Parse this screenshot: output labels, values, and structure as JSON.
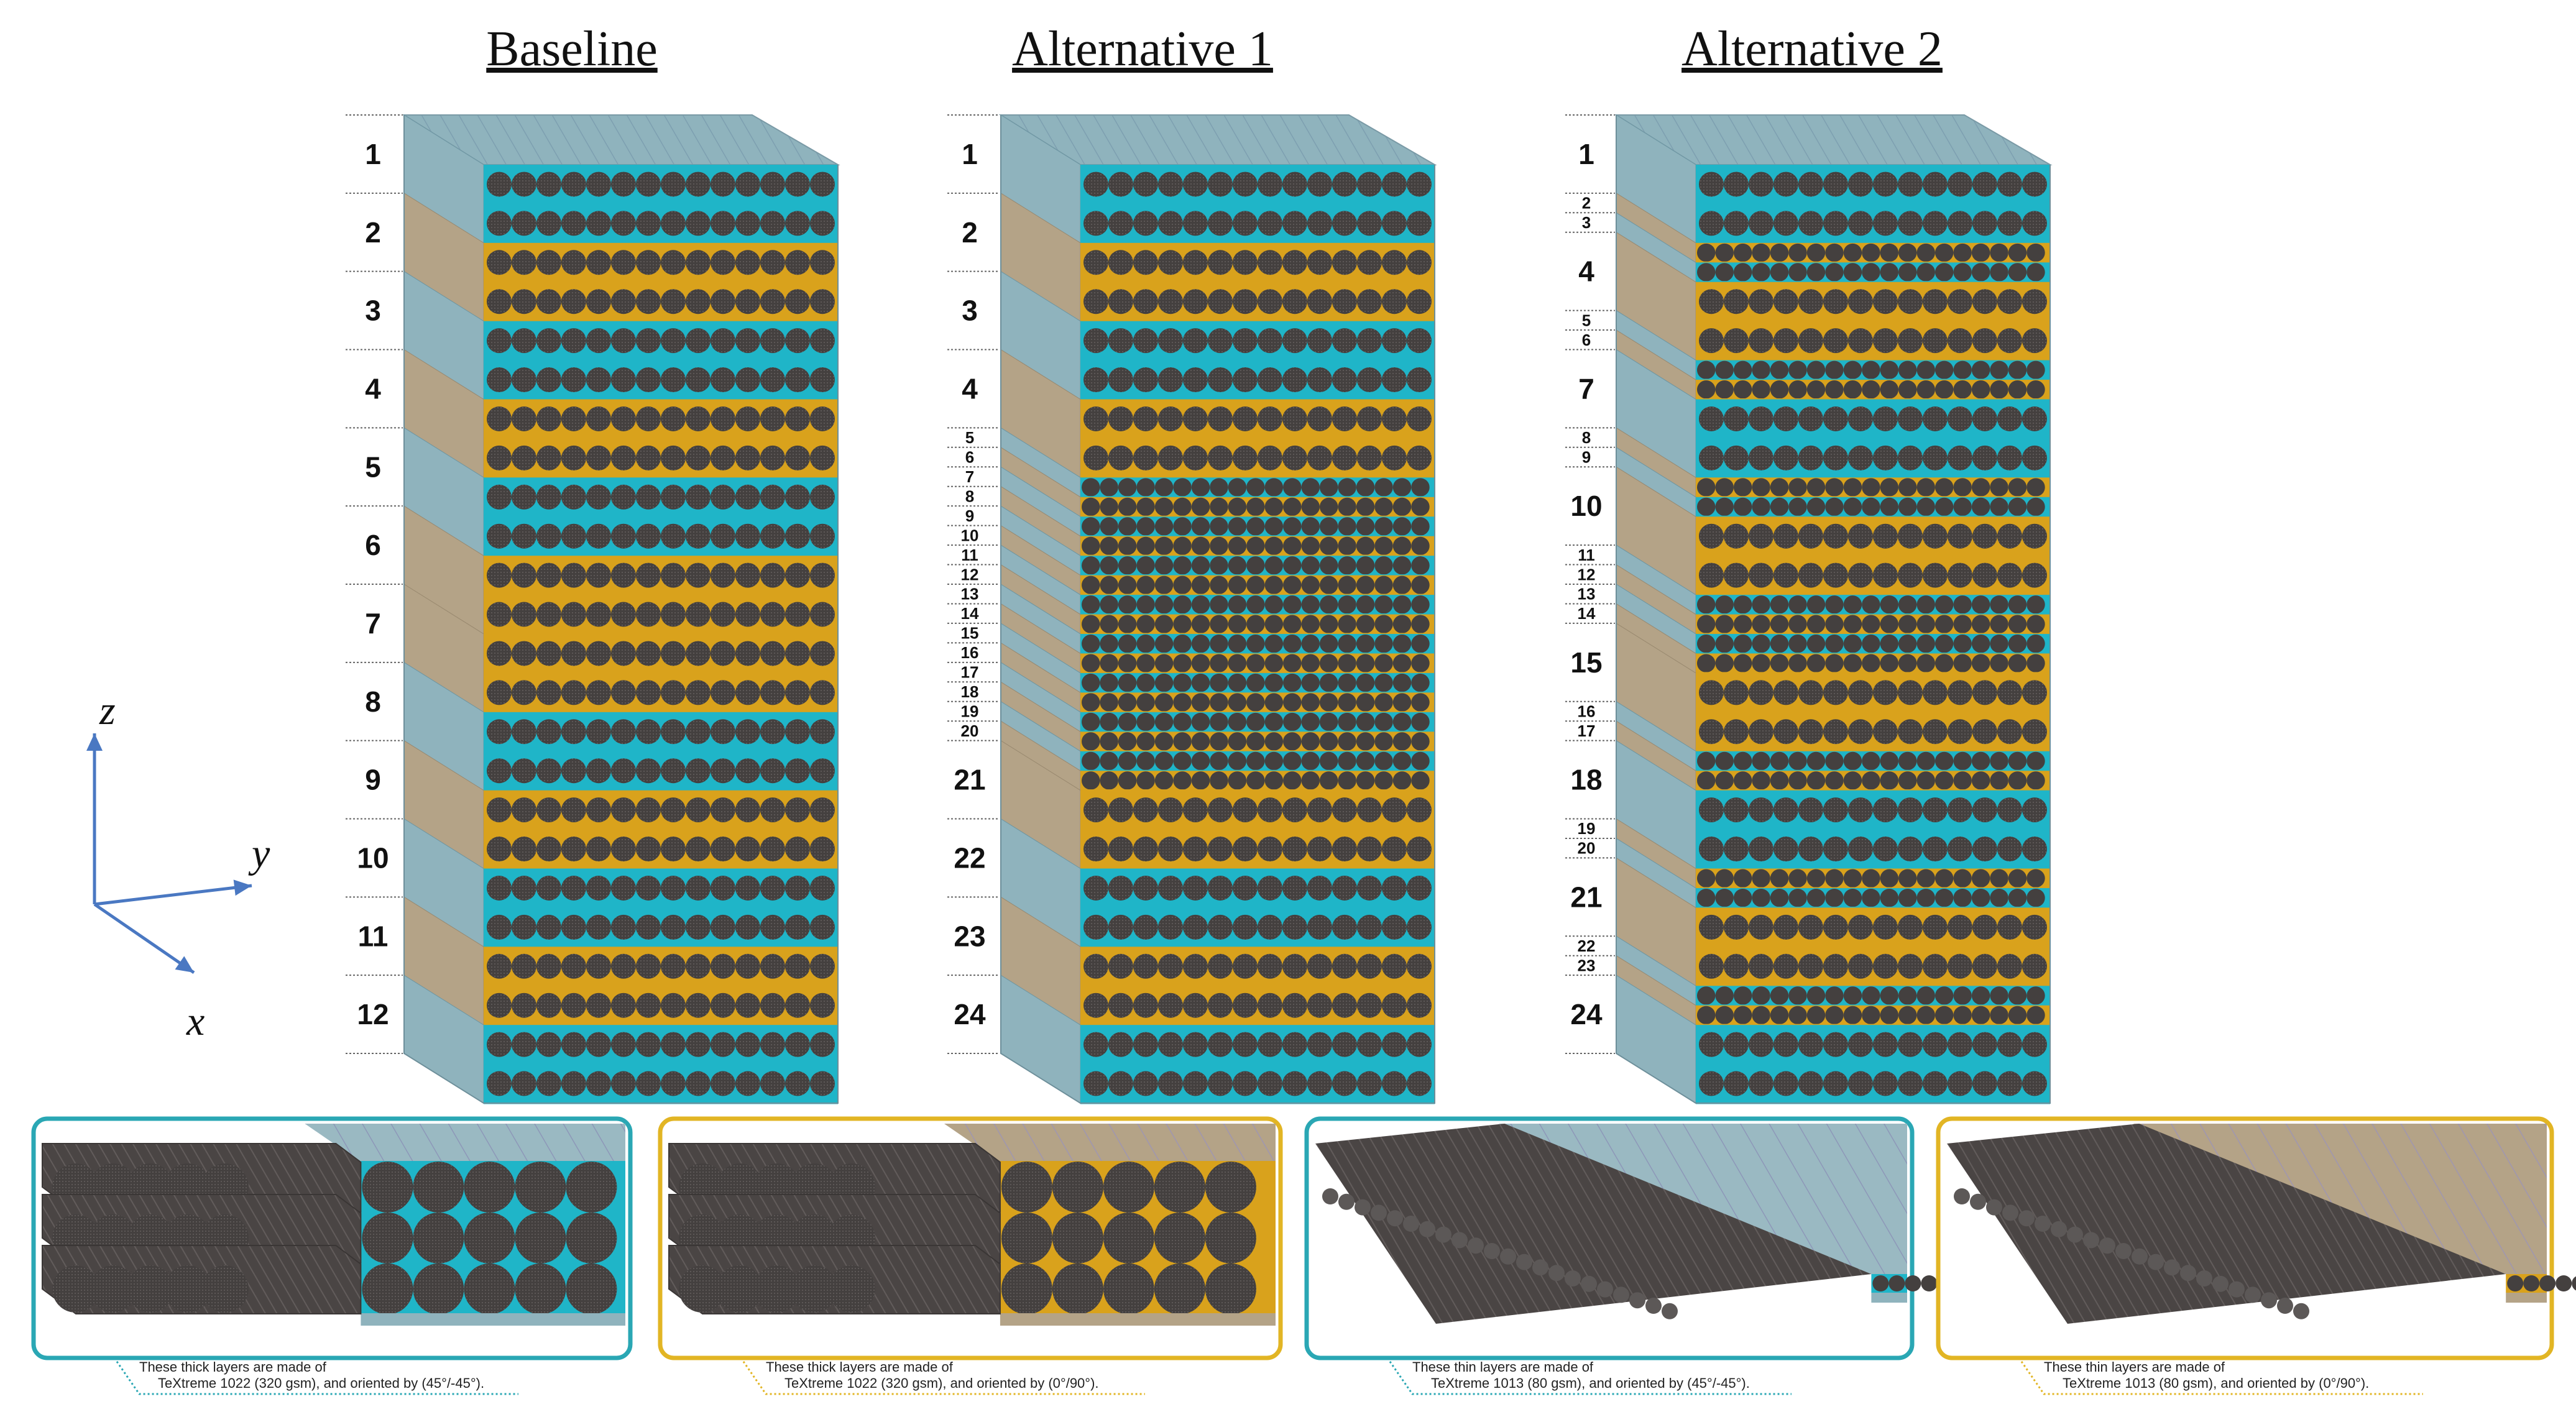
{
  "colors": {
    "teal": "#8fb3bd",
    "teal_dark": "#6d97a4",
    "tan": "#b4a387",
    "tan_dark": "#9a8a70",
    "tow": "#44403f",
    "tow_light": "#5c5857",
    "cyan": "#1fb5c8",
    "gold": "#d9a21c",
    "axis_blue": "#4a78c2",
    "frame_teal": "#2aa7b4",
    "frame_gold": "#e2b524"
  },
  "axes": {
    "z": "z",
    "y": "y",
    "x": "x"
  },
  "stacks": [
    {
      "title": "Baseline",
      "layers": [
        {
          "label": "1",
          "ori": "a",
          "thick": true
        },
        {
          "label": "2",
          "ori": "b",
          "thick": true
        },
        {
          "label": "3",
          "ori": "a",
          "thick": true
        },
        {
          "label": "4",
          "ori": "b",
          "thick": true
        },
        {
          "label": "5",
          "ori": "a",
          "thick": true
        },
        {
          "label": "6",
          "ori": "b",
          "thick": true
        },
        {
          "label": "7",
          "ori": "b",
          "thick": true
        },
        {
          "label": "8",
          "ori": "a",
          "thick": true
        },
        {
          "label": "9",
          "ori": "b",
          "thick": true
        },
        {
          "label": "10",
          "ori": "a",
          "thick": true
        },
        {
          "label": "11",
          "ori": "b",
          "thick": true
        },
        {
          "label": "12",
          "ori": "a",
          "thick": true
        }
      ]
    },
    {
      "title": "Alternative 1",
      "layers": [
        {
          "label": "1",
          "ori": "a",
          "thick": true
        },
        {
          "label": "2",
          "ori": "b",
          "thick": true
        },
        {
          "label": "3",
          "ori": "a",
          "thick": true
        },
        {
          "label": "4",
          "ori": "b",
          "thick": true
        },
        {
          "label": "5",
          "ori": "a",
          "thick": false
        },
        {
          "label": "6",
          "ori": "b",
          "thick": false
        },
        {
          "label": "7",
          "ori": "a",
          "thick": false
        },
        {
          "label": "8",
          "ori": "b",
          "thick": false
        },
        {
          "label": "9",
          "ori": "a",
          "thick": false
        },
        {
          "label": "10",
          "ori": "b",
          "thick": false
        },
        {
          "label": "11",
          "ori": "a",
          "thick": false
        },
        {
          "label": "12",
          "ori": "b",
          "thick": false
        },
        {
          "label": "13",
          "ori": "a",
          "thick": false
        },
        {
          "label": "14",
          "ori": "b",
          "thick": false
        },
        {
          "label": "15",
          "ori": "a",
          "thick": false
        },
        {
          "label": "16",
          "ori": "b",
          "thick": false
        },
        {
          "label": "17",
          "ori": "a",
          "thick": false
        },
        {
          "label": "18",
          "ori": "b",
          "thick": false
        },
        {
          "label": "19",
          "ori": "a",
          "thick": false
        },
        {
          "label": "20",
          "ori": "b",
          "thick": false
        },
        {
          "label": "21",
          "ori": "b",
          "thick": true
        },
        {
          "label": "22",
          "ori": "a",
          "thick": true
        },
        {
          "label": "23",
          "ori": "b",
          "thick": true
        },
        {
          "label": "24",
          "ori": "a",
          "thick": true
        }
      ]
    },
    {
      "title": "Alternative 2",
      "layers": [
        {
          "label": "1",
          "ori": "a",
          "thick": true
        },
        {
          "label": "2",
          "ori": "b",
          "thick": false
        },
        {
          "label": "3",
          "ori": "a",
          "thick": false
        },
        {
          "label": "4",
          "ori": "b",
          "thick": true
        },
        {
          "label": "5",
          "ori": "a",
          "thick": false
        },
        {
          "label": "6",
          "ori": "b",
          "thick": false
        },
        {
          "label": "7",
          "ori": "a",
          "thick": true
        },
        {
          "label": "8",
          "ori": "b",
          "thick": false
        },
        {
          "label": "9",
          "ori": "a",
          "thick": false
        },
        {
          "label": "10",
          "ori": "b",
          "thick": true
        },
        {
          "label": "11",
          "ori": "a",
          "thick": false
        },
        {
          "label": "12",
          "ori": "b",
          "thick": false
        },
        {
          "label": "13",
          "ori": "a",
          "thick": false
        },
        {
          "label": "14",
          "ori": "b",
          "thick": false
        },
        {
          "label": "15",
          "ori": "b",
          "thick": true
        },
        {
          "label": "16",
          "ori": "a",
          "thick": false
        },
        {
          "label": "17",
          "ori": "b",
          "thick": false
        },
        {
          "label": "18",
          "ori": "a",
          "thick": true
        },
        {
          "label": "19",
          "ori": "b",
          "thick": false
        },
        {
          "label": "20",
          "ori": "a",
          "thick": false
        },
        {
          "label": "21",
          "ori": "b",
          "thick": true
        },
        {
          "label": "22",
          "ori": "a",
          "thick": false
        },
        {
          "label": "23",
          "ori": "b",
          "thick": false
        },
        {
          "label": "24",
          "ori": "a",
          "thick": true
        }
      ]
    }
  ],
  "details": [
    {
      "kind": "thick",
      "ori": "a",
      "caption_1": "These thick layers are made of",
      "caption_2": "TeXtreme 1022 (320 gsm), and oriented by (45°/-45°)."
    },
    {
      "kind": "thick",
      "ori": "b",
      "caption_1": "These thick layers are made of",
      "caption_2": "TeXtreme 1022 (320 gsm), and oriented by (0°/90°)."
    },
    {
      "kind": "thin",
      "ori": "a",
      "caption_1": "These thin layers are made of",
      "caption_2": "TeXtreme 1013 (80 gsm), and oriented by (45°/-45°)."
    },
    {
      "kind": "thin",
      "ori": "b",
      "caption_1": "These thin layers are made of",
      "caption_2": "TeXtreme 1013 (80 gsm), and oriented by (0°/90°)."
    }
  ]
}
